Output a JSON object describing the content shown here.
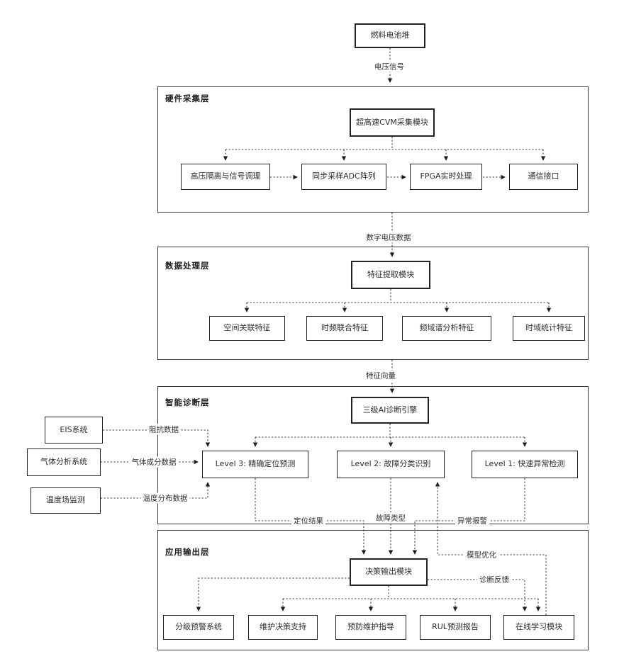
{
  "diagram": {
    "source": {
      "label": "燃料电池堆"
    },
    "layers": {
      "hardware": {
        "title": "硬件采集层",
        "main": "超高速CVM采集模块",
        "nodes": [
          "高压隔离与信号调理",
          "同步采样ADC阵列",
          "FPGA实时处理",
          "通信接口"
        ]
      },
      "processing": {
        "title": "数据处理层",
        "main": "特征提取模块",
        "nodes": [
          "空间关联特征",
          "时频联合特征",
          "频域谱分析特征",
          "时域统计特征"
        ]
      },
      "diagnosis": {
        "title": "智能诊断层",
        "main": "三级AI诊断引擎",
        "nodes": [
          "Level 3: 精确定位预测",
          "Level 2: 故障分类识别",
          "Level 1: 快速异常检测"
        ]
      },
      "output": {
        "title": "应用输出层",
        "main": "决策输出模块",
        "nodes": [
          "分级预警系统",
          "维护决策支持",
          "预防维护指导",
          "RUL预测报告",
          "在线学习模块"
        ]
      }
    },
    "external_inputs": {
      "items": [
        "EIS系统",
        "气体分析系统",
        "温度场监测"
      ]
    },
    "edge_labels": {
      "voltage_signal": "电压信号",
      "digital_voltage_data": "数字电压数据",
      "feature_vector": "特征向量",
      "impedance_data": "阻抗数据",
      "gas_composition_data": "气体成分数据",
      "temperature_distribution_data": "温度分布数据",
      "localization_result": "定位结果",
      "fault_type": "故障类型",
      "anomaly_alarm": "异常报警",
      "model_optimization": "模型优化",
      "diagnosis_feedback": "诊断反馈"
    },
    "colors": {
      "line": "#3a3a3a",
      "border": "#232323",
      "text": "#2e2e2e",
      "background": "#ffffff"
    }
  }
}
